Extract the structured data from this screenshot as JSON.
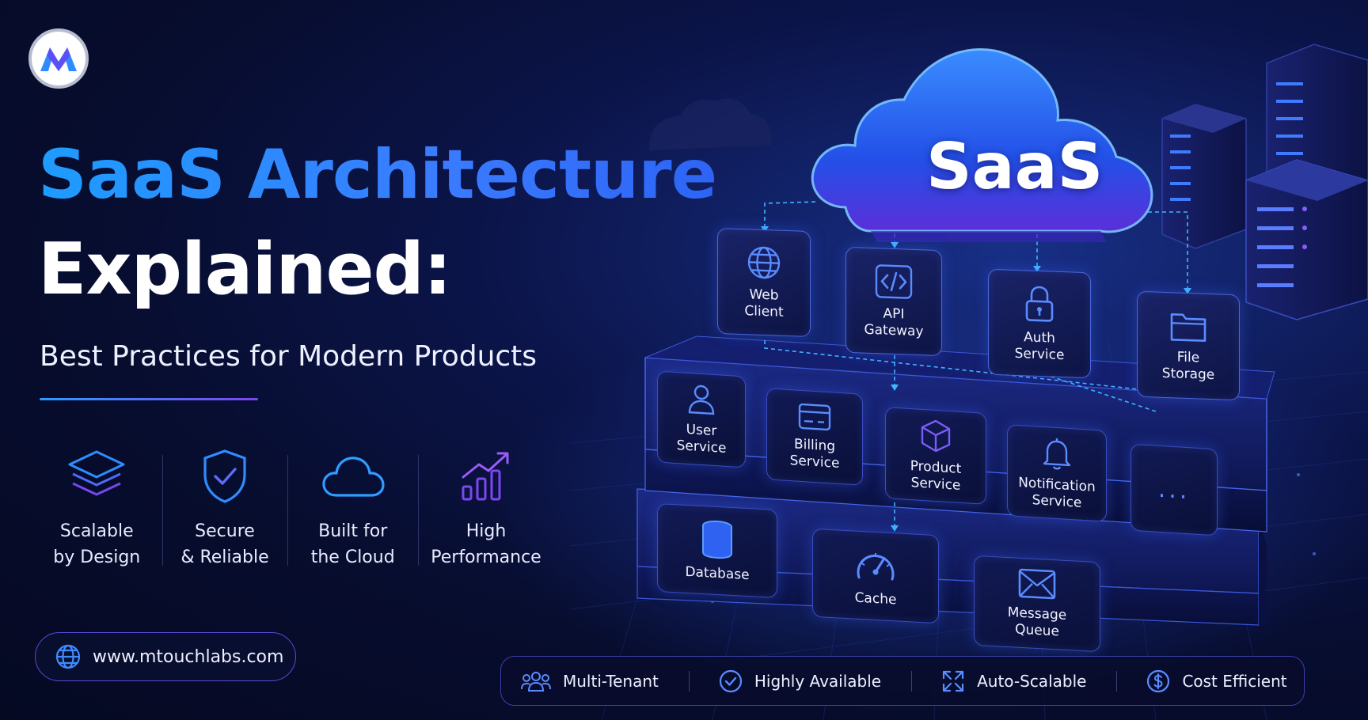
{
  "brand": {
    "logo_letter": "M"
  },
  "hero": {
    "title_line1": "SaaS Architecture",
    "title_line2": "Explained:",
    "subtitle": "Best Practices for Modern Products"
  },
  "features": [
    {
      "icon": "layers-icon",
      "label_line1": "Scalable",
      "label_line2": "by Design"
    },
    {
      "icon": "shield-check-icon",
      "label_line1": "Secure",
      "label_line2": "& Reliable"
    },
    {
      "icon": "cloud-icon",
      "label_line1": "Built for",
      "label_line2": "the Cloud"
    },
    {
      "icon": "chart-growth-icon",
      "label_line1": "High",
      "label_line2": "Performance"
    }
  ],
  "website": {
    "url": "www.mtouchlabs.com",
    "icon": "globe-icon"
  },
  "diagram": {
    "cloud_label": "SaaS",
    "clients": [
      {
        "icon": "globe-icon",
        "label": "Web\nClient"
      },
      {
        "icon": "code-icon",
        "label": "API\nGateway"
      },
      {
        "icon": "lock-icon",
        "label": "Auth\nService"
      },
      {
        "icon": "folder-icon",
        "label": "File\nStorage"
      }
    ],
    "services": [
      {
        "icon": "user-icon",
        "label": "User\nService"
      },
      {
        "icon": "credit-card-icon",
        "label": "Billing\nService"
      },
      {
        "icon": "cube-icon",
        "label": "Product\nService"
      },
      {
        "icon": "bell-icon",
        "label": "Notification\nService"
      },
      {
        "icon": "more-icon",
        "label": "..."
      }
    ],
    "data_layer": [
      {
        "icon": "database-icon",
        "label": "Database"
      },
      {
        "icon": "gauge-icon",
        "label": "Cache"
      },
      {
        "icon": "mail-icon",
        "label": "Message\nQueue"
      }
    ]
  },
  "bottom_bar": [
    {
      "icon": "users-icon",
      "label": "Multi-Tenant"
    },
    {
      "icon": "check-circle-icon",
      "label": "Highly Available"
    },
    {
      "icon": "expand-icon",
      "label": "Auto-Scalable"
    },
    {
      "icon": "dollar-circle-icon",
      "label": "Cost Efficient"
    }
  ],
  "colors": {
    "background": "#070d2e",
    "accent_blue": "#1e9cff",
    "accent_purple": "#7b45f0",
    "card_border": "#4b66d8"
  }
}
